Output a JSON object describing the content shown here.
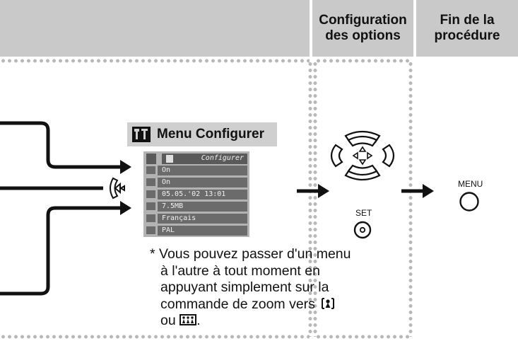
{
  "header": {
    "col2_title": "Configuration\ndes options",
    "col3_title": "Fin de la\nprocédure"
  },
  "menu": {
    "title": "Menu Configurer",
    "icon": "wrench-hammer-icon",
    "screen_header": "Configurer",
    "rows": [
      "On",
      "On",
      "05.05.'02 13:01",
      "7.5MB",
      "Français",
      "PAL"
    ],
    "row_icons": [
      "speaker-icon",
      "power-icon",
      "clock-icon",
      "card-icon",
      "globe-icon",
      "video-icon"
    ]
  },
  "note": {
    "asterisk": "*",
    "line1": "Vous pouvez passer d'un menu",
    "line2": "à l'autre à tout moment en",
    "line3": "appuyant simplement sur la",
    "line4": "commande de zoom vers",
    "line5_prefix": "ou",
    "line5_suffix": "."
  },
  "buttons": {
    "set_label": "SET",
    "menu_label": "MENU"
  },
  "colors": {
    "header_bg": "#c9c9c9",
    "dots": "#b8b8b8",
    "screen_bg": "#b3b3b3"
  }
}
